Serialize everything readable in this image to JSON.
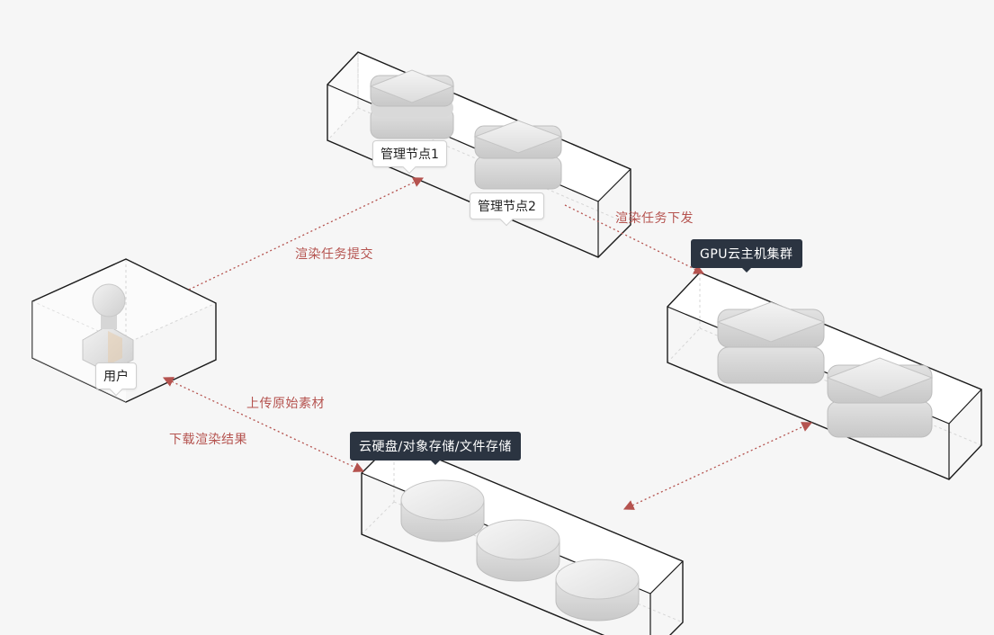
{
  "labels": {
    "mgmt_node_1": "管理节点1",
    "mgmt_node_2": "管理节点2",
    "gpu_cluster": "GPU云主机集群",
    "user": "用户",
    "storage": "云硬盘/对象存储/文件存储"
  },
  "flows": {
    "submit": "渲染任务提交",
    "dispatch": "渲染任务下发",
    "upload": "上传原始素材",
    "download": "下载渲染结果"
  },
  "colors": {
    "arrow": "#b5534f",
    "box_stroke": "#1a1a1a",
    "dark_tag": "#2b3441"
  },
  "icons": [
    "user-icon",
    "server-icon",
    "disk-icon"
  ]
}
